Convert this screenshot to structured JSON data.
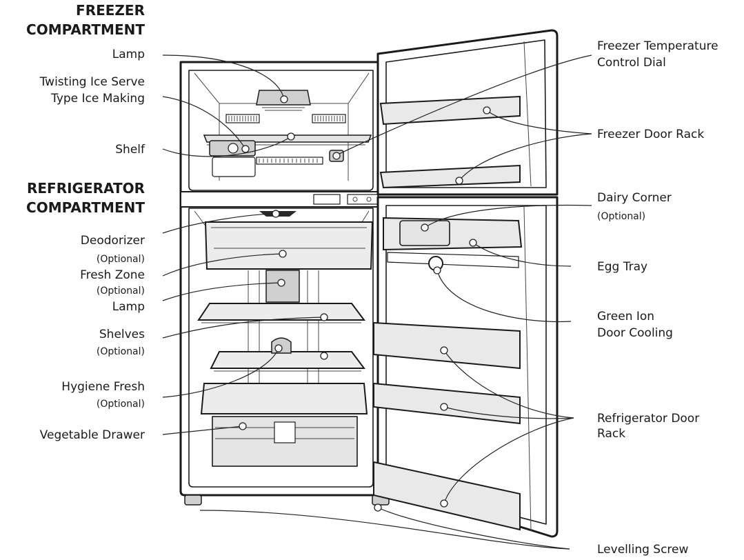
{
  "headings": {
    "freezer": [
      "FREEZER",
      "COMPARTMENT"
    ],
    "refrigerator": [
      "REFRIGERATOR",
      "COMPARTMENT"
    ]
  },
  "labels": {
    "lamp_top": "Lamp",
    "ice_making": [
      "Twisting Ice Serve",
      "Type Ice Making"
    ],
    "shelf": "Shelf",
    "deodorizer": "Deodorizer",
    "deodorizer_opt": "(Optional)",
    "fresh_zone": "Fresh Zone",
    "fresh_zone_opt": "(Optional)",
    "lamp_mid": "Lamp",
    "shelves": "Shelves",
    "shelves_opt": "(Optional)",
    "hygiene_fresh": "Hygiene Fresh",
    "hygiene_fresh_opt": "(Optional)",
    "vegetable_drawer": "Vegetable Drawer",
    "freezer_temp_dial": [
      "Freezer Temperature",
      "Control Dial"
    ],
    "freezer_door_rack": "Freezer Door Rack",
    "dairy_corner": "Dairy Corner",
    "dairy_corner_opt": "(Optional)",
    "egg_tray": "Egg Tray",
    "green_ion": [
      "Green Ion",
      "Door Cooling"
    ],
    "refrigerator_door_rack": [
      "Refrigerator Door",
      "Rack"
    ],
    "levelling_screw": "Levelling Screw"
  }
}
